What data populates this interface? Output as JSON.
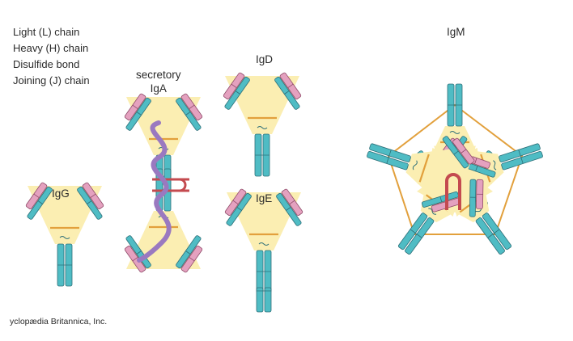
{
  "legend": {
    "light_chain": "Light (L) chain",
    "heavy_chain": "Heavy (H) chain",
    "disulfide_bond": "Disulfide bond",
    "joining_chain": "Joining (J) chain"
  },
  "labels": {
    "igg": "IgG",
    "iga_line1": "secretory",
    "iga_line2": "IgA",
    "igd": "IgD",
    "ige": "IgE",
    "igm": "IgM"
  },
  "credit": "yclopædia Britannica, Inc.",
  "colors": {
    "light_chain": "#e4a1bf",
    "heavy_chain": "#4fbcc4",
    "outline": "#2e6f78",
    "disulfide_bond": "#e2a03c",
    "joining_chain": "#c44a4f",
    "secretory_component": "#9a79c0",
    "highlight": "#fbeeb2"
  }
}
